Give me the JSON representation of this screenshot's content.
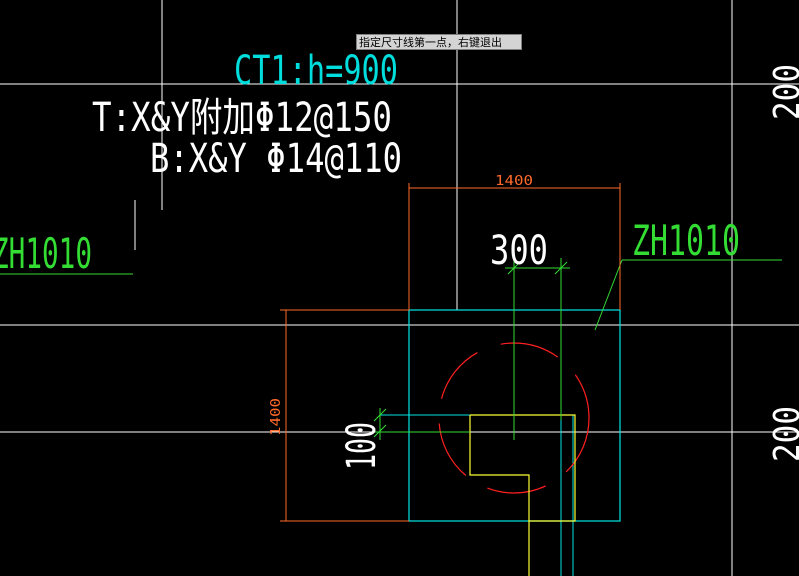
{
  "prompt": {
    "tooltip": "指定尺寸线第一点，右键退出"
  },
  "annotations": {
    "cap_title": "CT1:h=900",
    "rebar_top": "T:X&Y附加Φ12@150",
    "rebar_bottom": "B:X&Y Φ14@110",
    "pile_label_left": "ZH1010",
    "pile_label_right": "ZH1010"
  },
  "dimensions": {
    "top_width": "1400",
    "left_height": "1400",
    "column_width": "300",
    "offset": "100",
    "right_edge_top": "200",
    "right_edge_bottom": "200"
  },
  "colors": {
    "background": "#000000",
    "grid": "#ffffff",
    "cap_outline": "#00e5e5",
    "dimension": "#ff6a2a",
    "pile": "#ff2020",
    "column": "#ffff33",
    "label_green": "#33dd33",
    "cap_title": "#00dddd",
    "text_white": "#ffffff"
  }
}
